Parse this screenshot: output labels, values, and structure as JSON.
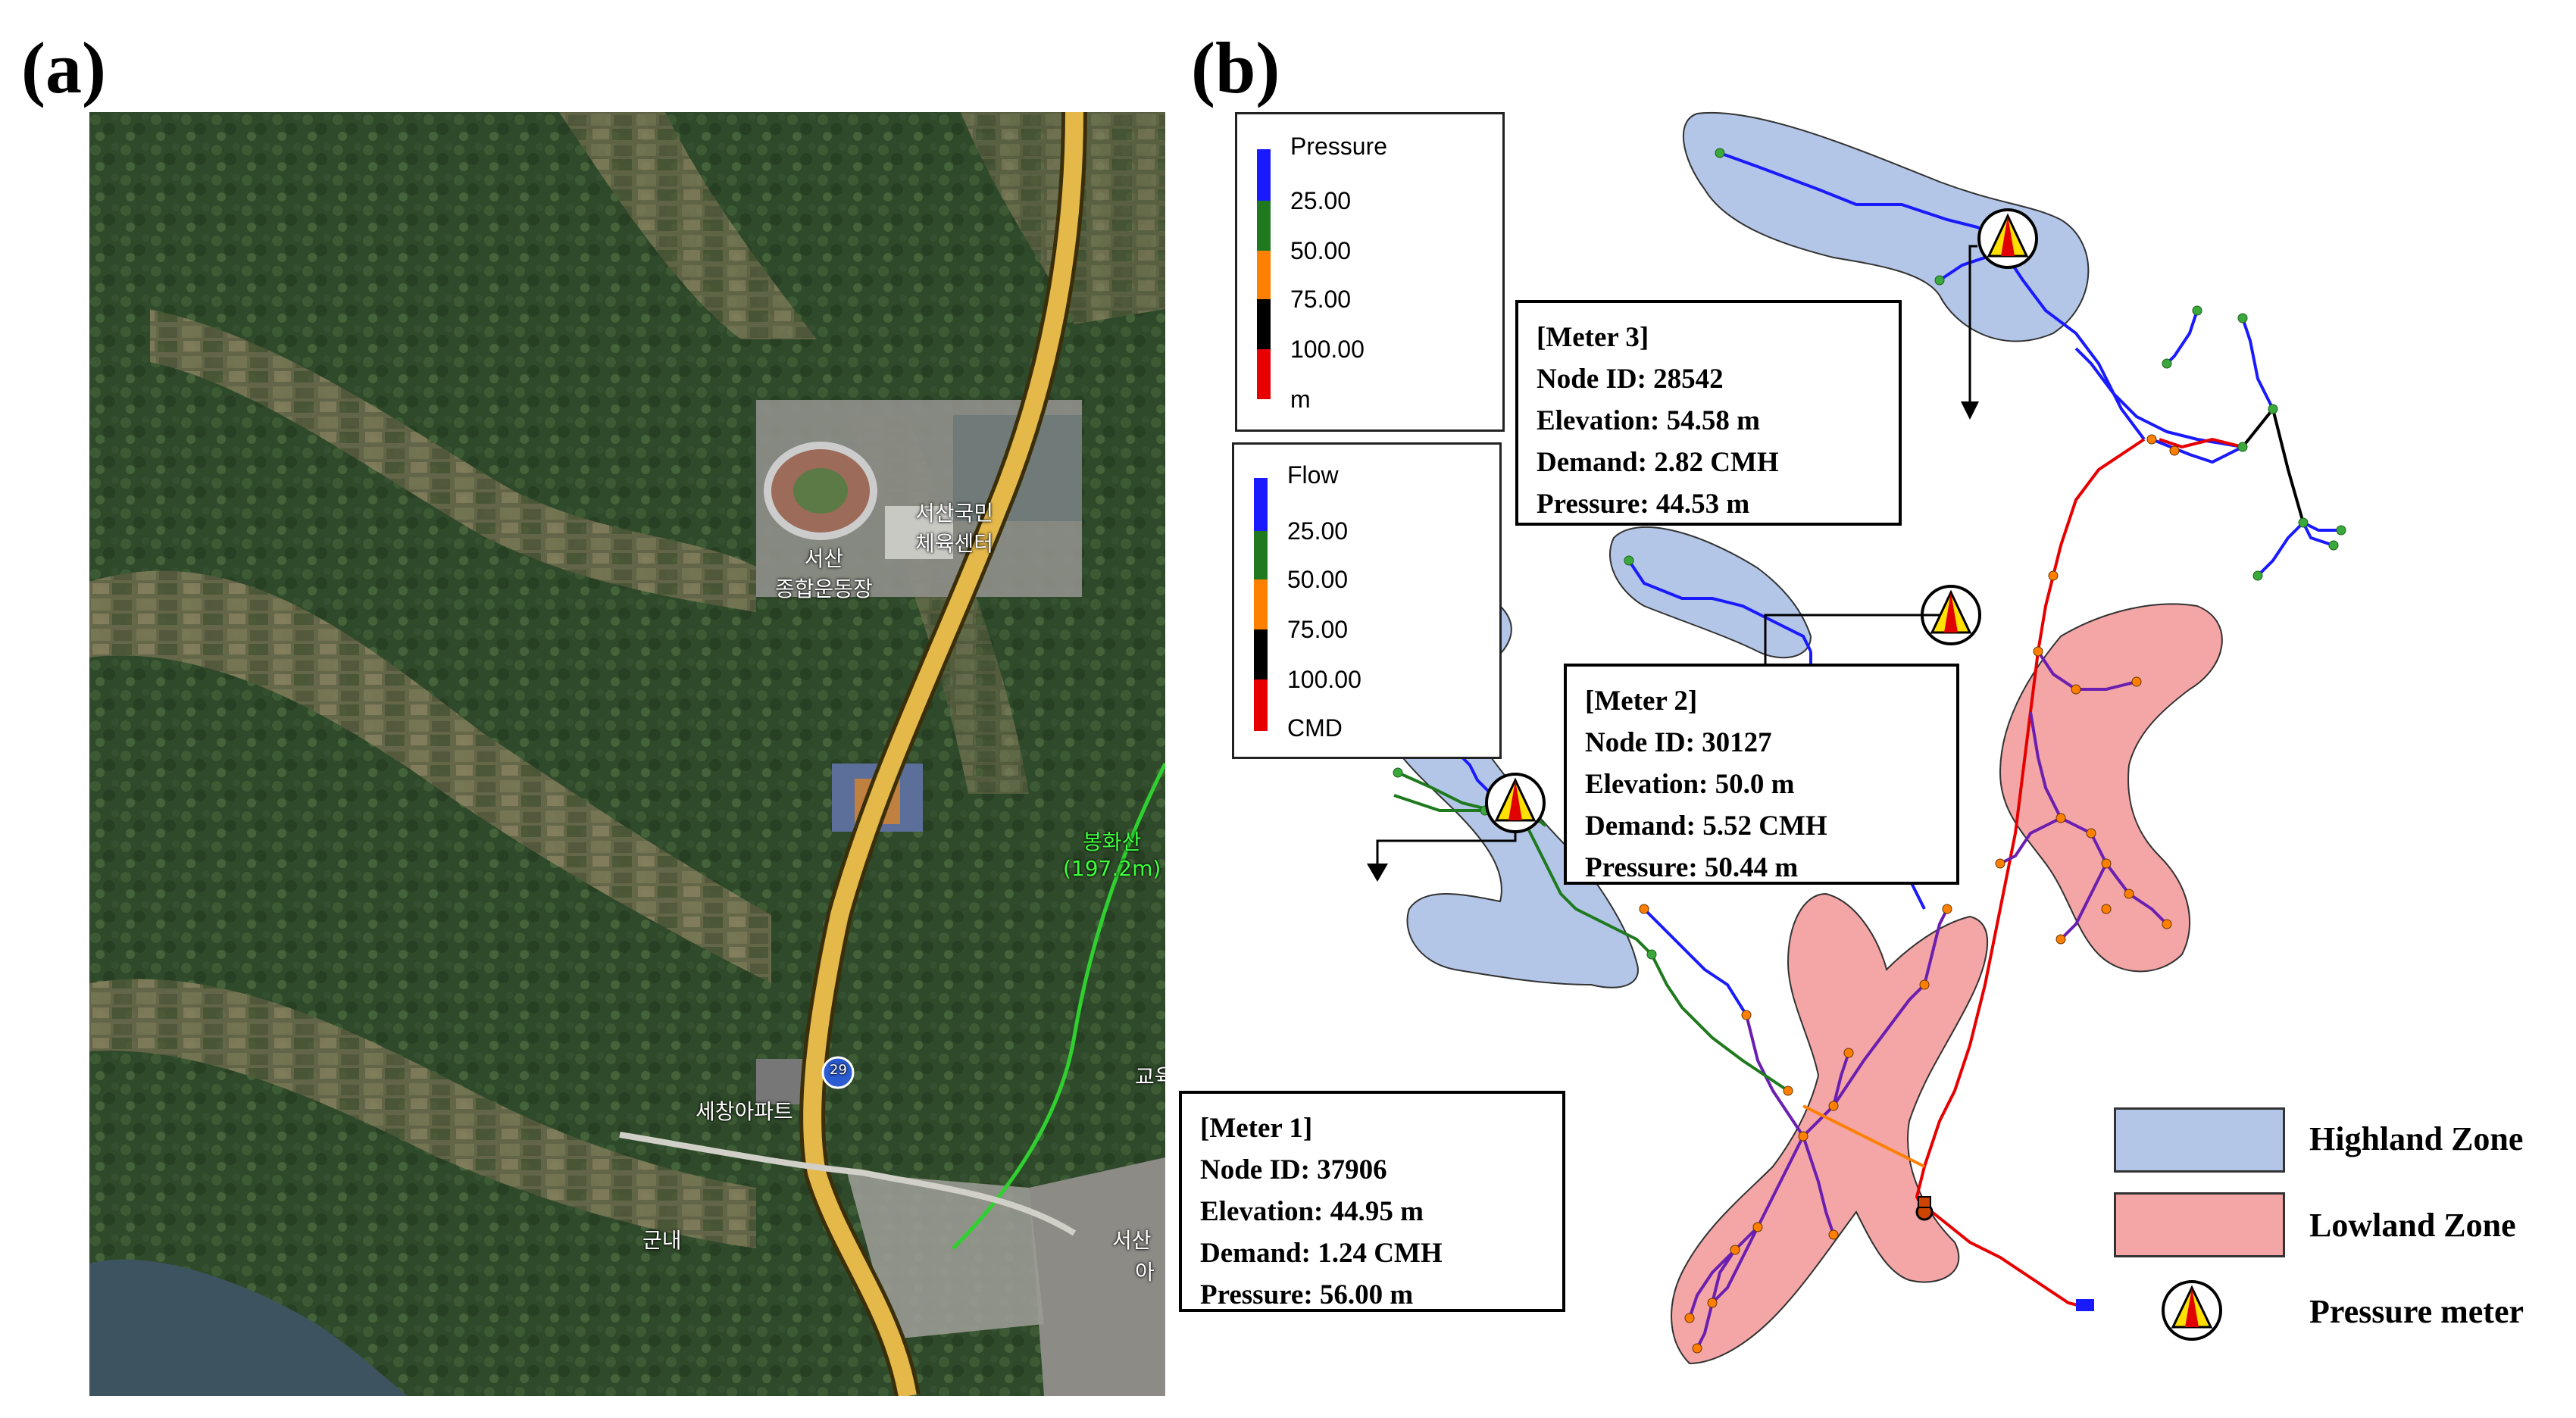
{
  "panels": {
    "a": "(a)",
    "b": "(b)"
  },
  "satellite": {
    "labels": {
      "stadium": "서산\n종합운동장",
      "sports_center": "서산국민\n체육센터",
      "apartment": "세창아파트",
      "gunnae": "군내",
      "mountain": "봉화산\n(197.2m)",
      "road_number": "29",
      "edu": "교육",
      "seosan_right": "서산",
      "right_small": "아"
    }
  },
  "pressure_legend": {
    "title": "Pressure",
    "items": [
      "25.00",
      "50.00",
      "75.00",
      "100.00",
      "m"
    ],
    "colors": [
      "#1a1aff",
      "#1f7a1f",
      "#ff8000",
      "#000000",
      "#e60000"
    ]
  },
  "flow_legend": {
    "title": "Flow",
    "items": [
      "25.00",
      "50.00",
      "75.00",
      "100.00",
      "CMD"
    ],
    "colors": [
      "#1a1aff",
      "#1f7a1f",
      "#ff8000",
      "#000000",
      "#e60000"
    ]
  },
  "meters": [
    {
      "title": "[Meter 1]",
      "node": "Node ID: 37906",
      "elevation": "Elevation: 44.95 m",
      "demand": "Demand: 1.24 CMH",
      "pressure": "Pressure: 56.00 m"
    },
    {
      "title": "[Meter 2]",
      "node": "Node ID: 30127",
      "elevation": "Elevation: 50.0 m",
      "demand": "Demand: 5.52 CMH",
      "pressure": "Pressure: 50.44 m"
    },
    {
      "title": "[Meter 3]",
      "node": "Node ID: 28542",
      "elevation": "Elevation: 54.58 m",
      "demand": "Demand: 2.82 CMH",
      "pressure": "Pressure: 44.53 m"
    }
  ],
  "zone_legend": {
    "highland": {
      "label": "Highland Zone",
      "color": "#b3c6e7"
    },
    "lowland": {
      "label": "Lowland Zone",
      "color": "#f4a6a6"
    },
    "meter": {
      "label": "Pressure meter"
    }
  }
}
